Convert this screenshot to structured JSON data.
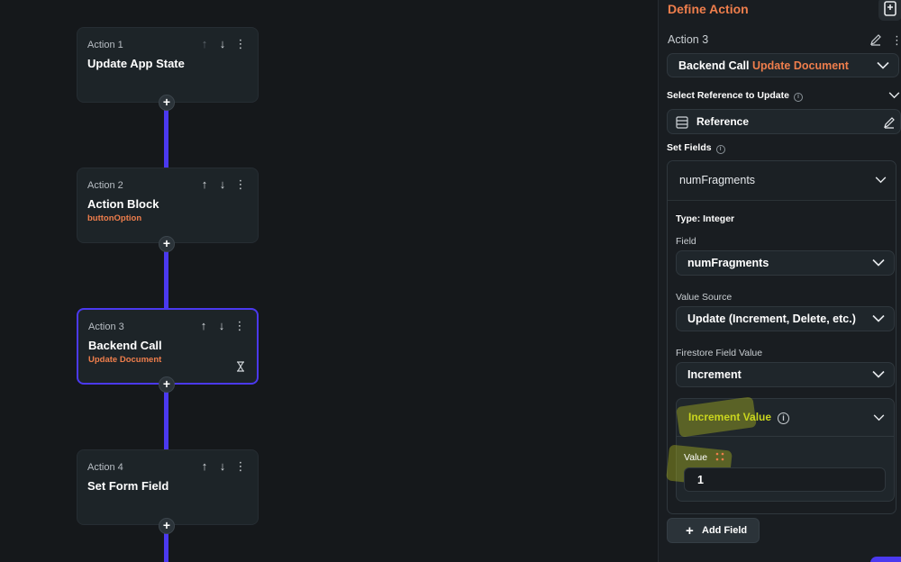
{
  "flow": {
    "actions": [
      {
        "header": "Action 1",
        "title": "Update App State",
        "subtitle": ""
      },
      {
        "header": "Action 2",
        "title": "Action Block",
        "subtitle": "buttonOption"
      },
      {
        "header": "Action 3",
        "title": "Backend Call",
        "subtitle": "Update Document"
      },
      {
        "header": "Action 4",
        "title": "Set Form Field",
        "subtitle": ""
      }
    ],
    "selected_index": 2
  },
  "panel": {
    "title": "Define Action",
    "action_label": "Action 3",
    "action_type": {
      "prefix": "Backend Call",
      "value": "Update Document"
    },
    "select_reference_label": "Select Reference to Update",
    "reference_value": "Reference",
    "set_fields_label": "Set Fields",
    "field_group": {
      "name": "numFragments",
      "type_label": "Type: Integer",
      "field_label": "Field",
      "field_value": "numFragments",
      "value_source_label": "Value Source",
      "value_source_value": "Update (Increment, Delete, etc.)",
      "firestore_value_label": "Firestore Field Value",
      "firestore_value": "Increment",
      "increment": {
        "label": "Increment Value",
        "value_label": "Value",
        "value": "1"
      }
    },
    "add_field_label": "Add Field"
  },
  "colors": {
    "accent": "#4b39ef",
    "orange": "#ef7e4c",
    "highlight": "#c9d51e"
  }
}
